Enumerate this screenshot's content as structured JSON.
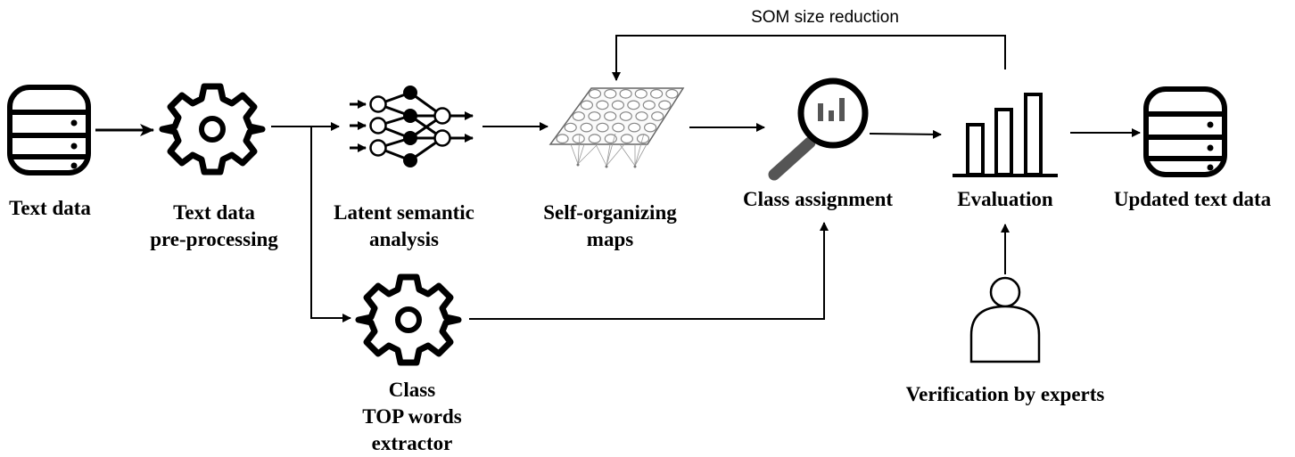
{
  "nodes": {
    "text_data": {
      "label": "Text data"
    },
    "preprocessing": {
      "line1": "Text data",
      "line2": "pre-processing"
    },
    "lsa": {
      "line1": "Latent semantic",
      "line2": "analysis"
    },
    "som": {
      "line1": "Self-organizing",
      "line2": "maps"
    },
    "class_assignment": {
      "label": "Class assignment"
    },
    "evaluation": {
      "label": "Evaluation"
    },
    "updated": {
      "label": "Updated text data"
    },
    "top_words": {
      "line1": "Class",
      "line2": "TOP words",
      "line3": "extractor"
    },
    "experts": {
      "label": "Verification by experts"
    }
  },
  "feedback": {
    "label": "SOM size reduction"
  },
  "icons": {
    "text_data": "database-icon",
    "preprocessing": "gear-icon",
    "lsa": "neural-network-icon",
    "som": "som-grid-icon",
    "class_assignment": "magnifier-chart-icon",
    "evaluation": "bar-chart-icon",
    "updated": "database-icon",
    "top_words": "gear-icon",
    "experts": "person-icon"
  }
}
